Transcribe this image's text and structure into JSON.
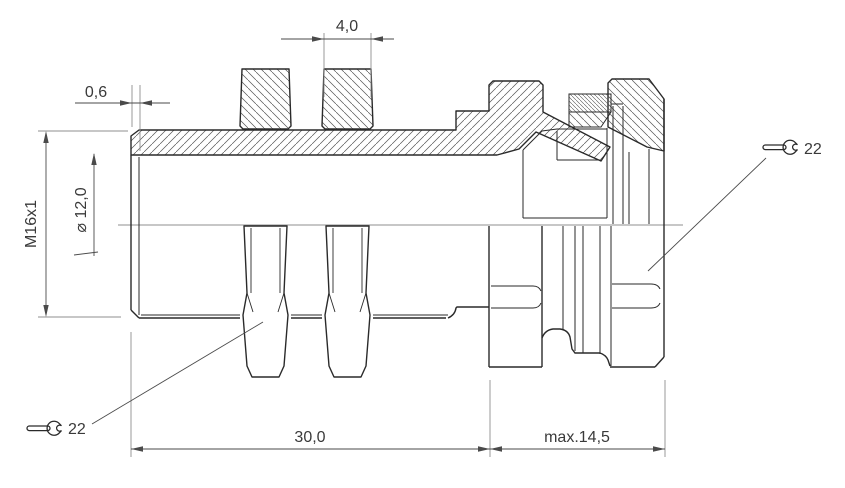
{
  "drawing": {
    "type": "technical-drawing",
    "subject": "cable-gland-half-section",
    "dimensions": {
      "nut_width": "4,0",
      "chamfer_width": "0,6",
      "thread": "M16x1",
      "bore_diameter": "⌀ 12,0",
      "thread_length": "30,0",
      "cap_length": "max.14,5"
    },
    "wrench_callouts": {
      "left_label": "22",
      "right_label": "22"
    },
    "colors": {
      "outline": "#2a2a2a",
      "dimension_line": "#4a4a4a",
      "extension_line": "#8f8f8f",
      "hatch": "#555555",
      "background": "#ffffff"
    }
  }
}
